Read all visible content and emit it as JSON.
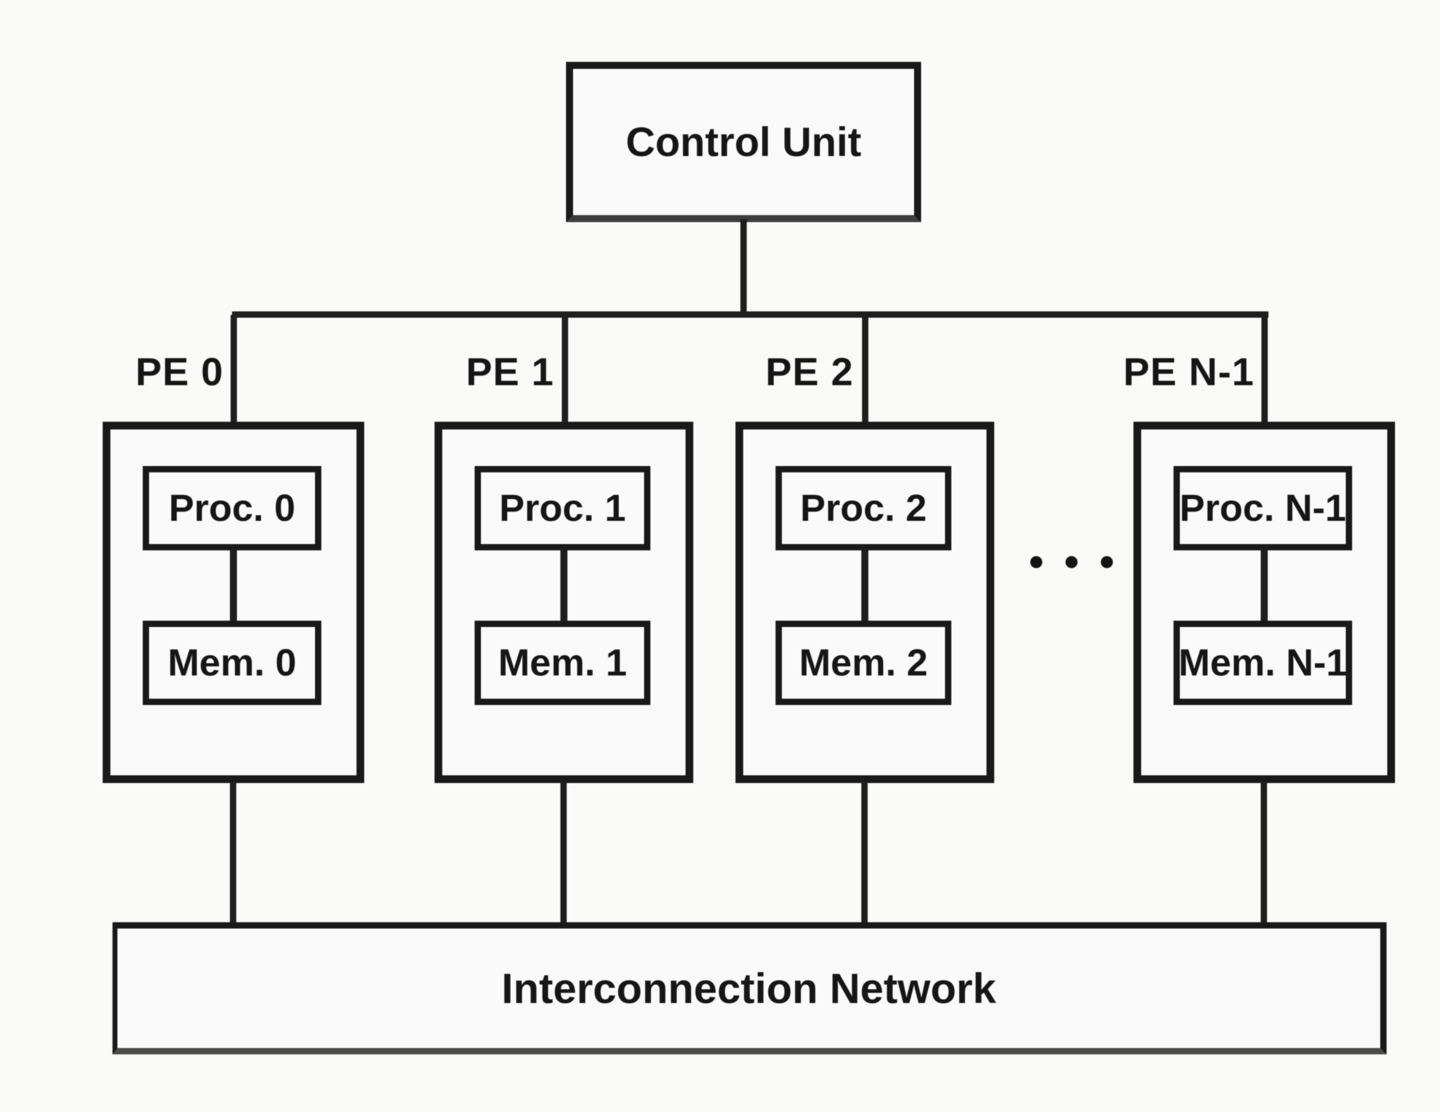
{
  "diagram": {
    "control_unit": {
      "label": "Control Unit"
    },
    "processing_elements": [
      {
        "name": "PE 0",
        "proc": "Proc. 0",
        "mem": "Mem. 0"
      },
      {
        "name": "PE 1",
        "proc": "Proc. 1",
        "mem": "Mem. 1"
      },
      {
        "name": "PE 2",
        "proc": "Proc. 2",
        "mem": "Mem. 2"
      },
      {
        "name": "PE N-1",
        "proc": "Proc. N-1",
        "mem": "Mem. N-1"
      }
    ],
    "ellipsis": "●●●",
    "network": {
      "label": "Interconnection Network"
    },
    "colors": {
      "line": "#1c1c1c",
      "background": "#fcfcfb"
    }
  }
}
